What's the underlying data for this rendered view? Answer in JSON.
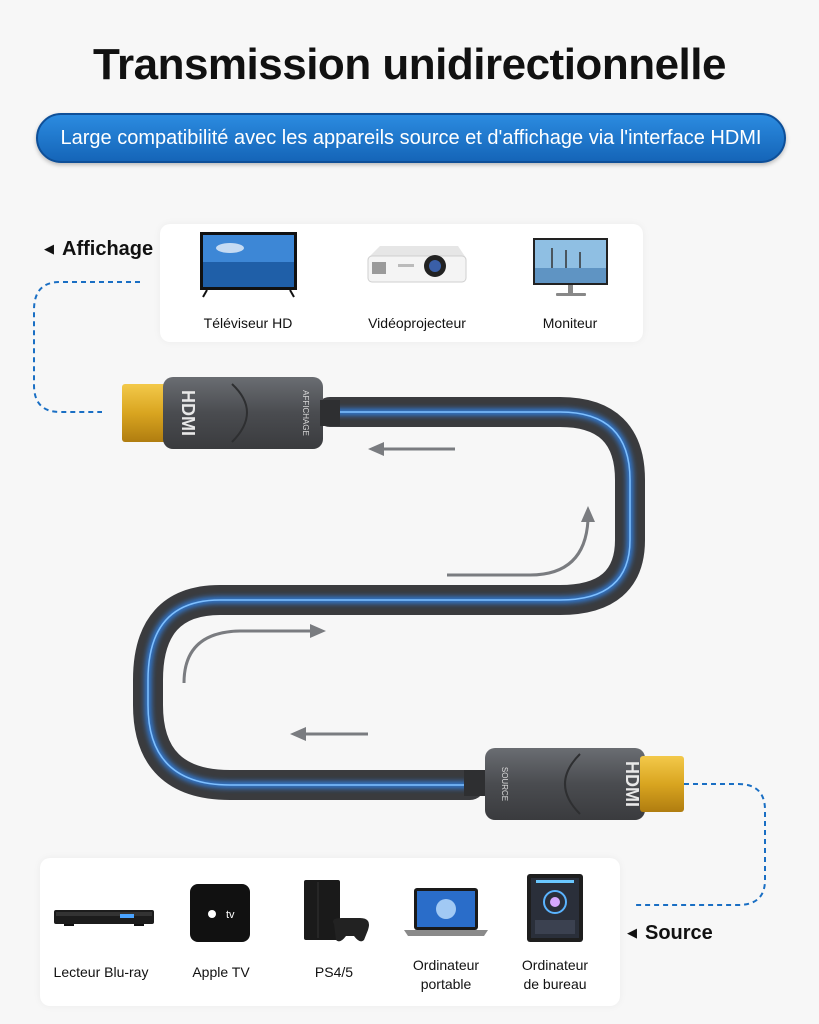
{
  "header": {
    "title": "Transmission unidirectionnelle",
    "banner": "Large compatibilité avec les appareils source et d'affichage via l'interface HDMI"
  },
  "display_side": {
    "label": "Affichage",
    "devices": [
      {
        "name": "Téléviseur HD",
        "icon": "tv-icon"
      },
      {
        "name": "Vidéoprojecteur",
        "icon": "projector-icon"
      },
      {
        "name": "Moniteur",
        "icon": "monitor-icon"
      }
    ]
  },
  "source_side": {
    "label": "Source",
    "devices": [
      {
        "name": "Lecteur Blu-ray",
        "icon": "bluray-player-icon"
      },
      {
        "name": "Apple TV",
        "icon": "apple-tv-icon"
      },
      {
        "name": "PS4/5",
        "icon": "playstation-icon"
      },
      {
        "name_line1": "Ordinateur",
        "name_line2": "portable",
        "icon": "laptop-icon"
      },
      {
        "name_line1": "Ordinateur",
        "name_line2": "de bureau",
        "icon": "desktop-pc-icon"
      }
    ]
  },
  "cable": {
    "connector_top_brand": "HDMI",
    "connector_top_text": "AFFICHAGE",
    "connector_bottom_brand": "HDMI",
    "connector_bottom_text": "SOURCE",
    "apple_tv_badge": "tv"
  },
  "colors": {
    "accent_blue": "#1a6fc4",
    "cable_glow": "#2e8cff",
    "gold": "#d9a520"
  }
}
